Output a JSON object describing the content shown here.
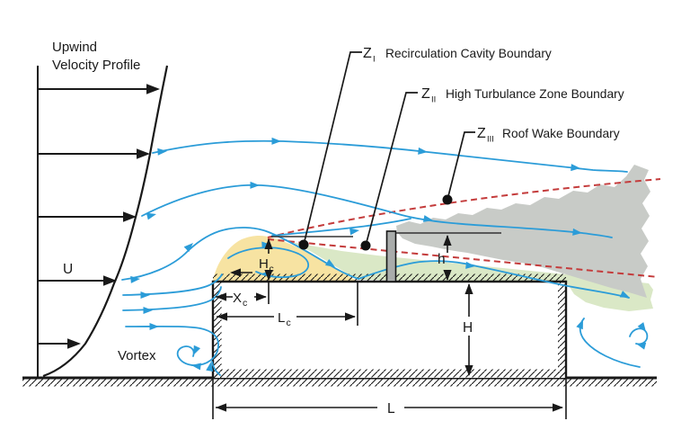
{
  "labels": {
    "upwind1": "Upwind",
    "upwind2": "Velocity Profile",
    "u": "U",
    "vortex": "Vortex"
  },
  "legend": [
    {
      "symbol": "Z",
      "subscript": "I",
      "label": "Recirculation Cavity Boundary"
    },
    {
      "symbol": "Z",
      "subscript": "II",
      "label": "High Turbulance Zone Boundary"
    },
    {
      "symbol": "Z",
      "subscript": "III",
      "label": "Roof Wake Boundary"
    }
  ],
  "dims": {
    "cavity_height": {
      "base": "H",
      "sub": "c"
    },
    "cavity_offset": {
      "base": "X",
      "sub": "c"
    },
    "cavity_length": {
      "base": "L",
      "sub": "c"
    },
    "building_height": {
      "base": "H",
      "sub": ""
    },
    "stack_height": {
      "base": "h",
      "sub": ""
    },
    "building_length": {
      "base": "L",
      "sub": ""
    }
  },
  "colors": {
    "streamline_blue": "#2B9CD8",
    "cavity_yellow": "#F7E3A2",
    "turbulence_green": "#DAE8C6",
    "wake_gray": "#C8CBC7",
    "boundary_red": "#C43C3C",
    "line_black": "#191919"
  }
}
